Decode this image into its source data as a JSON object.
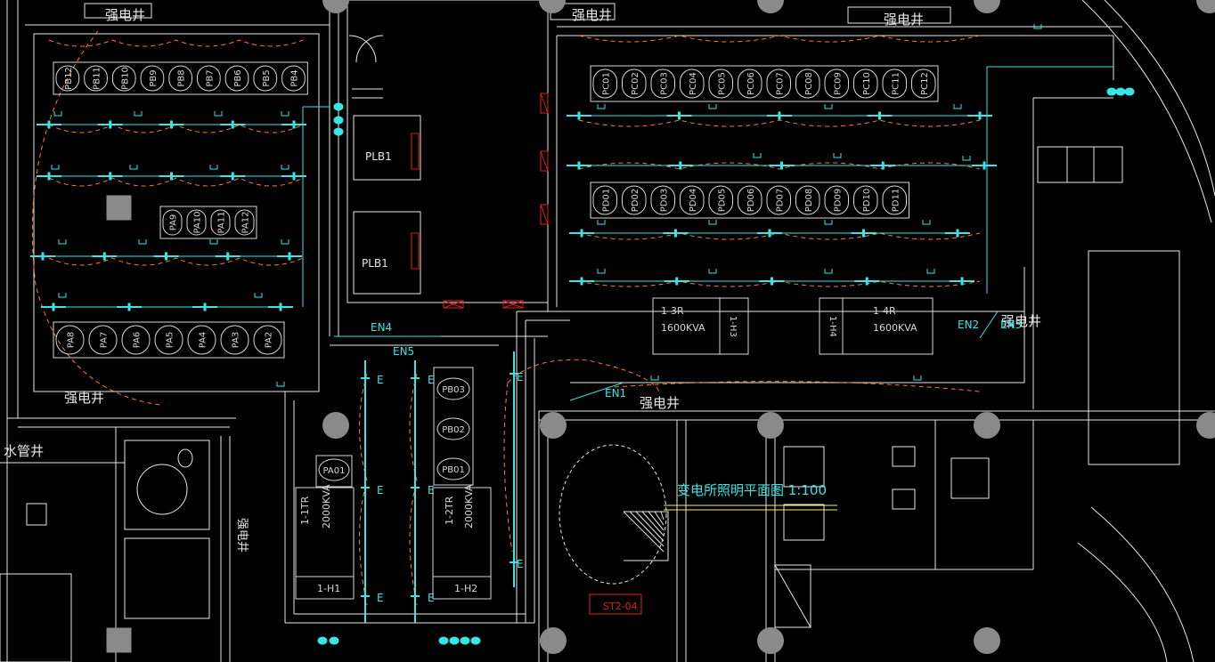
{
  "colors": {
    "background": "#000000",
    "wall": "#e8e8e8",
    "equipment": "#d8d8d8",
    "cyan": "#37e6e6",
    "orange": "#ff7a2e",
    "red": "#e02020",
    "yellow": "#f0f060",
    "column": "#8a8a8a"
  },
  "labels": {
    "shaft_top_left": "强电井",
    "shaft_top_mid": "强电井",
    "shaft_top_right": "强电井",
    "shaft_left_bottom": "强电井",
    "shaft_right_mid": "强电井",
    "shaft_center_bottom": "强电井",
    "shaft_lower_left": "强电井",
    "water_shaft": "水管井",
    "elevator_1": "PLB1",
    "elevator_2": "PLB1",
    "en1": "EN1",
    "en2": "EN2",
    "en3": "EN3",
    "en4": "EN4",
    "en5": "EN5",
    "drawing_title": "变电所照明平面图 1:100",
    "stair_tag": "ST2-04",
    "e": "E"
  },
  "panel_rows": {
    "pb_top": [
      "PB12",
      "PB11",
      "PB10",
      "PB9",
      "PB8",
      "PB7",
      "PB6",
      "PB5",
      "PB4"
    ],
    "pa_mid": [
      "PA9",
      "PA10",
      "PA11",
      "PA12"
    ],
    "pa_bottom": [
      "PA8",
      "PA7",
      "PA6",
      "PA5",
      "PA4",
      "PA3",
      "PA2"
    ],
    "pc_top": [
      "PC01",
      "PC02",
      "PC03",
      "PC04",
      "PC05",
      "PC06",
      "PC07",
      "PC08",
      "PC09",
      "PC10",
      "PC11",
      "PC12"
    ],
    "pd_row": [
      "PD01",
      "PD02",
      "PD03",
      "PD04",
      "PD05",
      "PD06",
      "PD07",
      "PD08",
      "PD09",
      "PD10",
      "PD11"
    ],
    "pb_center": [
      "PB03",
      "PB02",
      "PB01"
    ],
    "pa_center": [
      "PA01"
    ]
  },
  "transformers": {
    "t13_name": "1-3R",
    "t13_rating": "1600KVA",
    "t13_side": "1-H3",
    "t14_name": "1-4R",
    "t14_rating": "1600KVA",
    "t14_side": "1-H4",
    "t11_name": "1-1TR",
    "t11_rating": "2000KVA",
    "t11_base": "1-H1",
    "t12_name": "1-2TR",
    "t12_rating": "2000KVA",
    "t12_base": "1-H2"
  }
}
